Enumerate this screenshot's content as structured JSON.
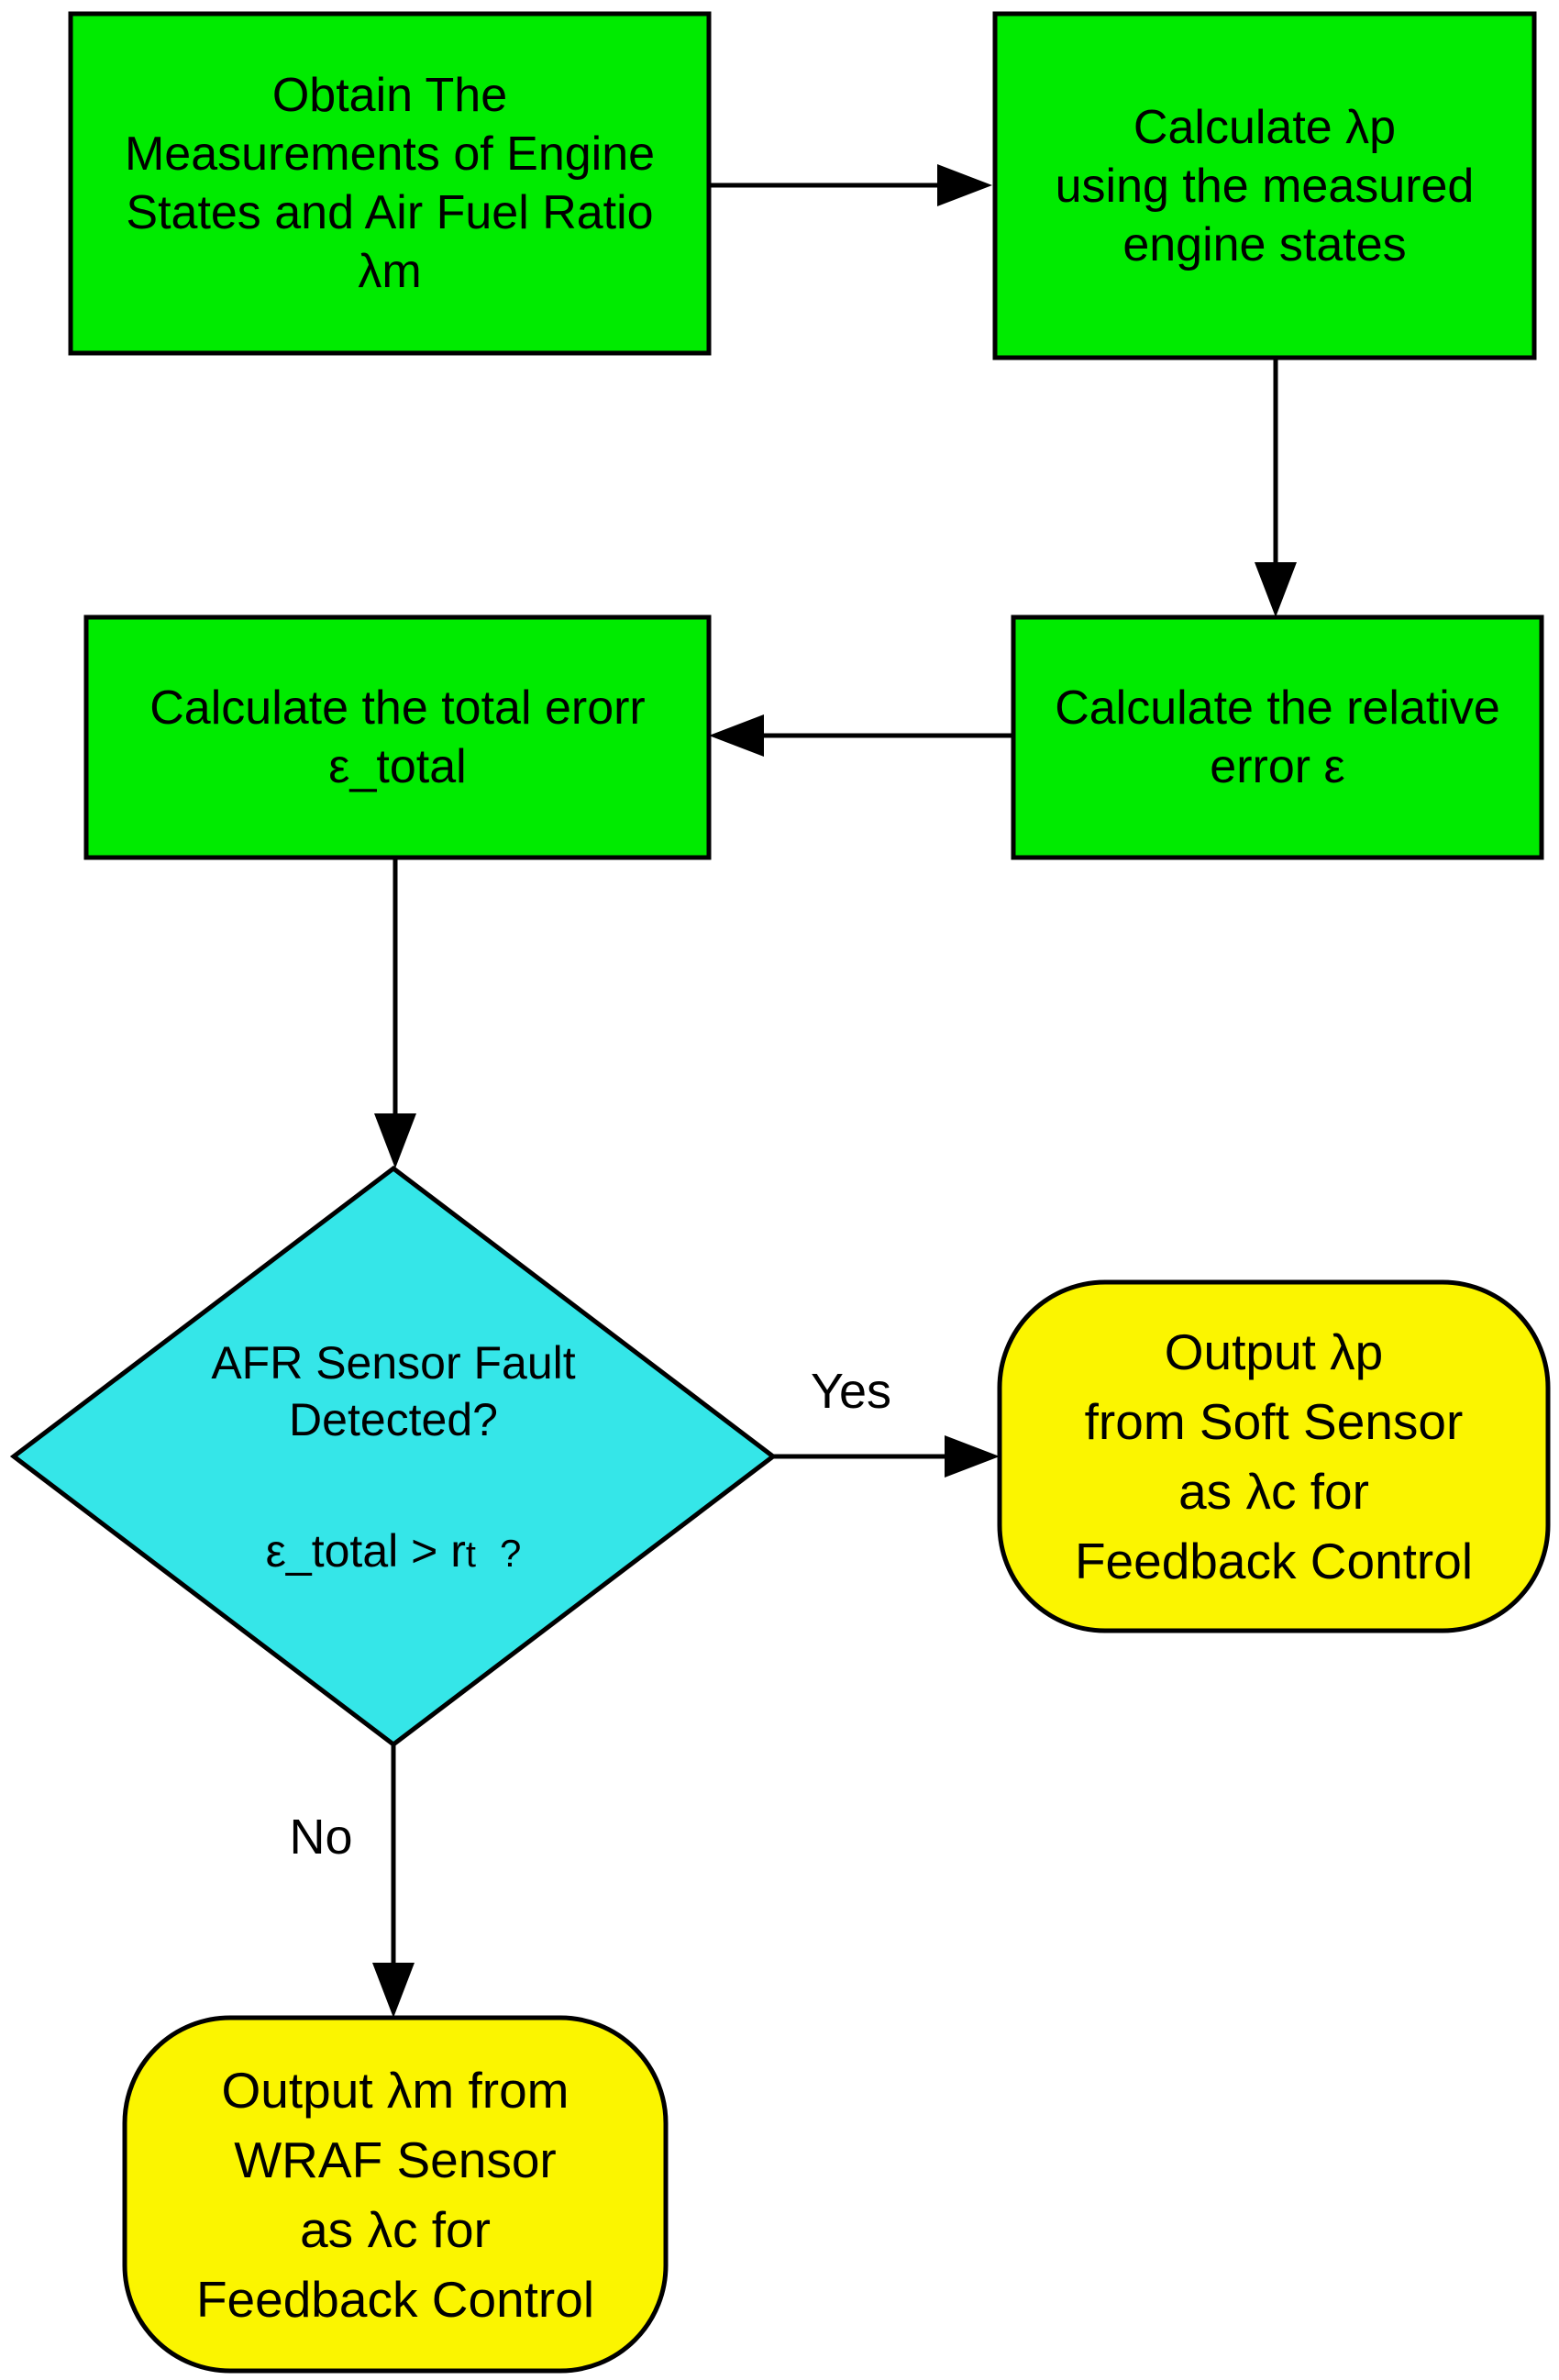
{
  "diagram": {
    "nodes": {
      "obtain_measurements": {
        "lines": [
          "Obtain The",
          "Measurements of Engine",
          "States and Air Fuel Ratio",
          "λm"
        ]
      },
      "calculate_lambda_p": {
        "lines": [
          "Calculate λp",
          "using the measured",
          "engine states"
        ]
      },
      "calculate_relative_error": {
        "lines": [
          "Calculate the relative",
          "error ε"
        ]
      },
      "calculate_total_error": {
        "lines": [
          "Calculate the total erorr",
          "ε_total"
        ]
      },
      "decision": {
        "question_lines": [
          "AFR Sensor Fault",
          "Detected?"
        ],
        "formula_prefix": "ε_total > r",
        "formula_sub": "t",
        "formula_suffix": "?"
      },
      "output_soft_sensor": {
        "lines": [
          "Output λp",
          "from Soft Sensor",
          "as λc for",
          "Feedback Control"
        ]
      },
      "output_wraf_sensor": {
        "lines": [
          "Output λm from",
          "WRAF Sensor",
          "as λc for",
          "Feedback Control"
        ]
      }
    },
    "edges": {
      "yes_label": "Yes",
      "no_label": "No"
    },
    "colors": {
      "process_fill": "#00EB00",
      "decision_fill": "#35E6E8",
      "terminal_fill": "#FBF500",
      "stroke": "#000000",
      "background": "#FFFFFF"
    }
  }
}
